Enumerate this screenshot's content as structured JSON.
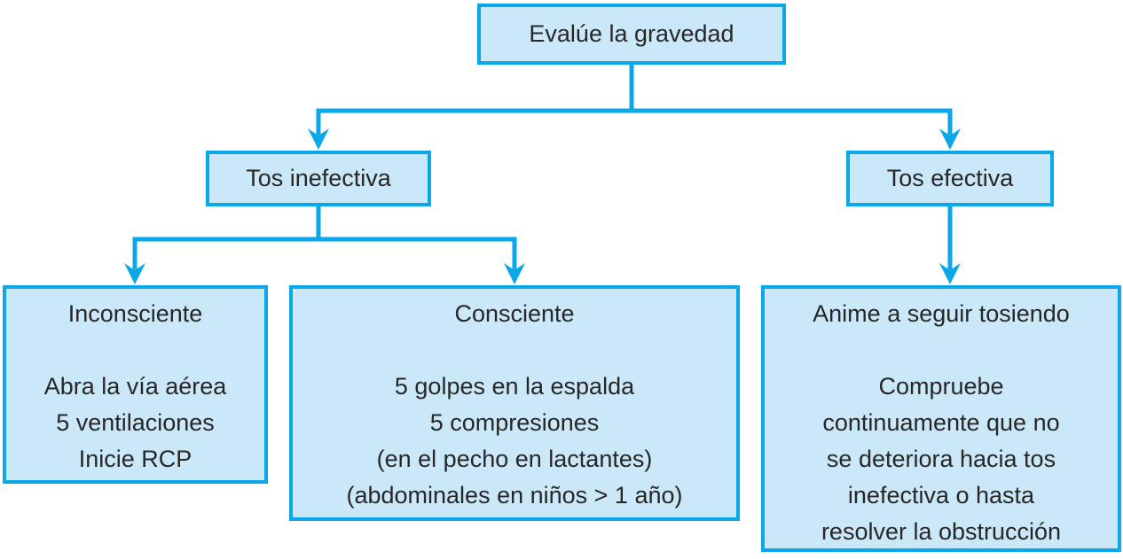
{
  "colors": {
    "accent": "#0aa7e9",
    "box_fill": "#cbe8f9",
    "text": "#272727",
    "background": "#ffffff"
  },
  "nodes": {
    "root": {
      "label": "Evalúe la gravedad"
    },
    "ineffective_cough": {
      "label": "Tos inefectiva"
    },
    "effective_cough": {
      "label": "Tos efectiva"
    },
    "unconscious": {
      "title": "Inconsciente",
      "lines": [
        "Abra la vía aérea",
        "5 ventilaciones",
        "Inicie RCP"
      ]
    },
    "conscious": {
      "title": "Consciente",
      "lines": [
        "5 golpes en la espalda",
        "5 compresiones",
        "(en el pecho en lactantes)",
        "(abdominales en niños > 1 año)"
      ]
    },
    "encourage_coughing": {
      "title": "Anime a seguir tosiendo",
      "lines": [
        "Compruebe",
        "continuamente que no",
        "se deteriora hacia tos",
        "inefectiva o hasta",
        "resolver la obstrucción"
      ]
    }
  }
}
